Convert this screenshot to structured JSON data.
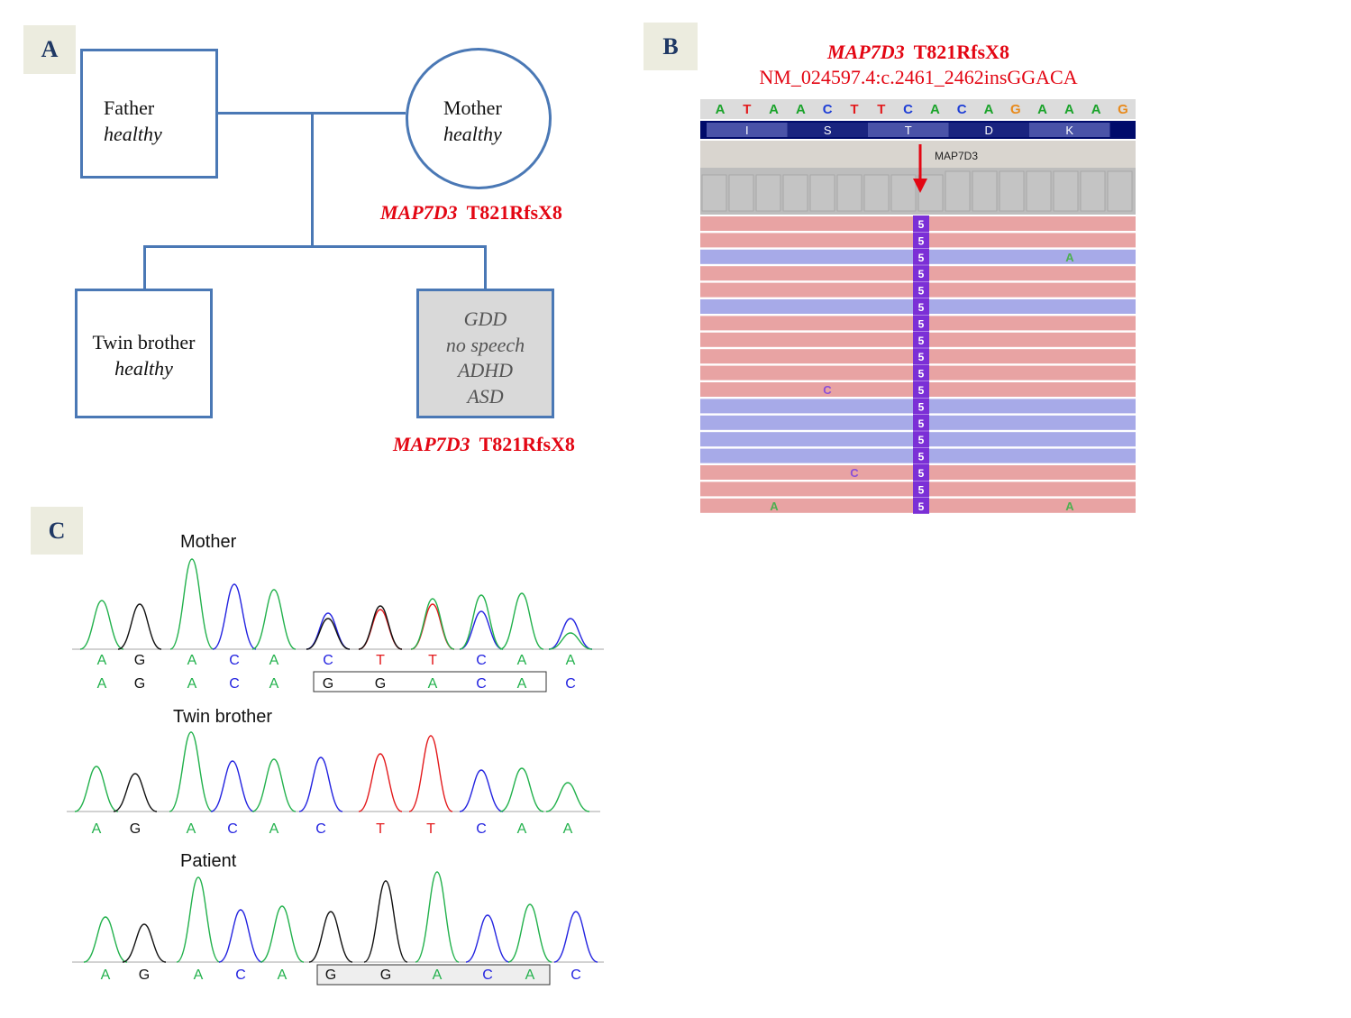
{
  "panels": {
    "a": "A",
    "b": "B",
    "c": "C"
  },
  "pedigree": {
    "father": {
      "name": "Father",
      "status": "healthy"
    },
    "mother": {
      "name": "Mother",
      "status": "healthy"
    },
    "twin": {
      "name": "Twin brother",
      "status": "healthy"
    },
    "patient": {
      "traits": [
        "GDD",
        "no speech",
        "ADHD",
        "ASD"
      ]
    },
    "mutation_gene": "MAP7D3",
    "mutation_change": "T821RfsX8"
  },
  "igv": {
    "gene": "MAP7D3",
    "change": "T821RfsX8",
    "transcript": "NM_024597.4:c.2461_2462insGGACA",
    "sequence": [
      "A",
      "T",
      "A",
      "A",
      "C",
      "T",
      "T",
      "C",
      "A",
      "C",
      "A",
      "G",
      "A",
      "A",
      "A",
      "G"
    ],
    "amino_acids": [
      "I",
      "S",
      "T",
      "D",
      "K"
    ],
    "track_label": "MAP7D3",
    "insertion_label": "5",
    "read_strands": [
      "f",
      "f",
      "r",
      "f",
      "f",
      "r",
      "f",
      "f",
      "f",
      "f",
      "f",
      "r",
      "r",
      "r",
      "r",
      "f",
      "f",
      "f"
    ],
    "mismatches": [
      {
        "read": 2,
        "base": "A",
        "side": "right"
      },
      {
        "read": 10,
        "base": "C",
        "side": "left1"
      },
      {
        "read": 15,
        "base": "C",
        "side": "left2"
      },
      {
        "read": 17,
        "base": "A",
        "side": "left3"
      },
      {
        "read": 17,
        "base": "A",
        "side": "right"
      }
    ],
    "colors": {
      "forward": "#e8a3a3",
      "reverse": "#a7aae8",
      "insertion": "#7b2fd6",
      "arrow": "#e30613"
    }
  },
  "chromatograms": {
    "mother": {
      "label": "Mother",
      "ref_bases": [
        "A",
        "G",
        "A",
        "C",
        "A",
        "C",
        "T",
        "T",
        "C",
        "A",
        "A"
      ],
      "alt_bases": [
        "A",
        "G",
        "A",
        "C",
        "A",
        "G",
        "G",
        "A",
        "C",
        "A",
        "C"
      ]
    },
    "twin": {
      "label": "Twin brother",
      "bases": [
        "A",
        "G",
        "A",
        "C",
        "A",
        "C",
        "T",
        "T",
        "C",
        "A",
        "A"
      ]
    },
    "patient": {
      "label": "Patient",
      "bases": [
        "A",
        "G",
        "A",
        "C",
        "A",
        "G",
        "G",
        "A",
        "C",
        "A",
        "C"
      ]
    },
    "base_colors": {
      "A": "#22b14c",
      "C": "#2323e0",
      "G": "#111111",
      "T": "#e31a1c"
    }
  }
}
